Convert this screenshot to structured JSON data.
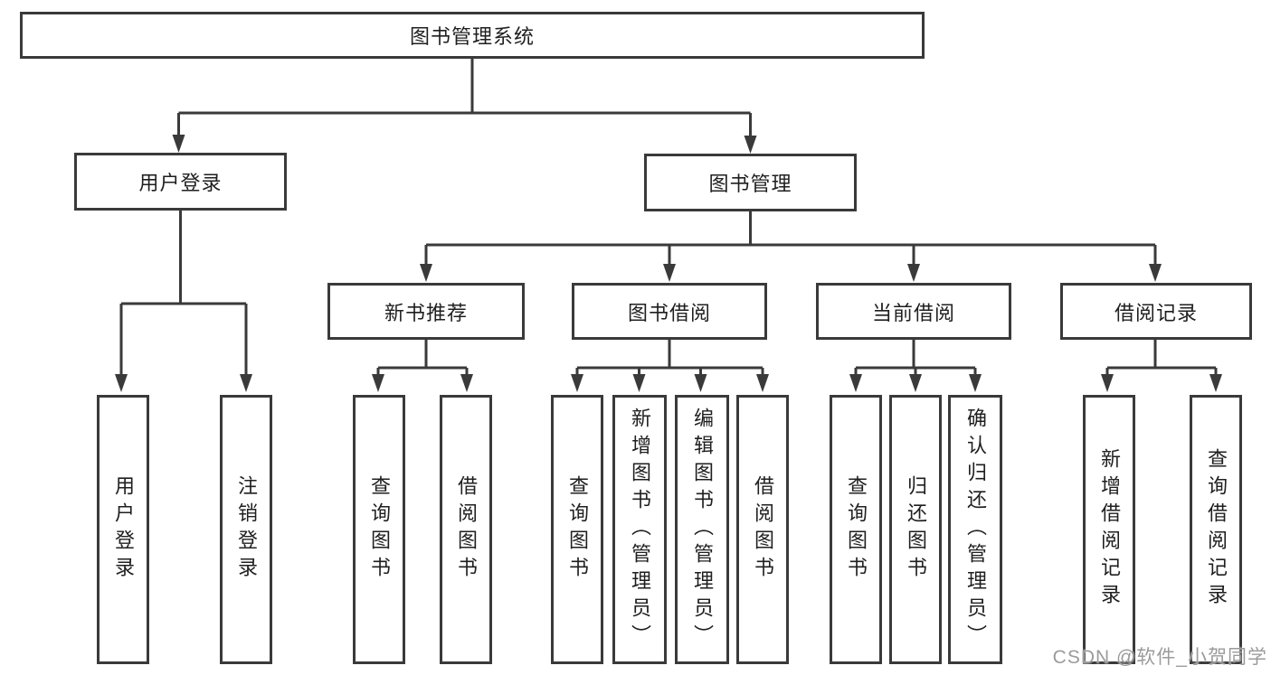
{
  "diagram": {
    "title": "图书管理系统",
    "type": "hierarchy-tree",
    "colors": {
      "line": "#3a3a3a",
      "text": "#1f1f1f",
      "box_bg": "#ffffff",
      "watermark": "#9b9b9b"
    },
    "tree": {
      "label": "图书管理系统",
      "children": [
        {
          "label": "用户登录",
          "children": [
            {
              "label": "用户登录"
            },
            {
              "label": "注销登录"
            }
          ]
        },
        {
          "label": "图书管理",
          "children": [
            {
              "label": "新书推荐",
              "children": [
                {
                  "label": "查询图书"
                },
                {
                  "label": "借阅图书"
                }
              ]
            },
            {
              "label": "图书借阅",
              "children": [
                {
                  "label": "查询图书"
                },
                {
                  "label": "新增图书（管理员）"
                },
                {
                  "label": "编辑图书（管理员）"
                },
                {
                  "label": "借阅图书"
                }
              ]
            },
            {
              "label": "当前借阅",
              "children": [
                {
                  "label": "查询图书"
                },
                {
                  "label": "归还图书"
                },
                {
                  "label": "确认归还（管理员）"
                }
              ]
            },
            {
              "label": "借阅记录",
              "children": [
                {
                  "label": "新增借阅记录"
                },
                {
                  "label": "查询借阅记录"
                }
              ]
            }
          ]
        }
      ]
    }
  },
  "nodes": {
    "root": "图书管理系统",
    "user_login": "用户登录",
    "book_mgmt": "图书管理",
    "new_book_rec": "新书推荐",
    "book_borrow": "图书借阅",
    "current_borrow": "当前借阅",
    "borrow_records": "借阅记录",
    "leaf_user_login": "用户登录",
    "leaf_logout": "注销登录",
    "leaf_query_books_rec": "查询图书",
    "leaf_borrow_books_rec": "借阅图书",
    "leaf_query_books_bor": "查询图书",
    "leaf_add_book_admin": "新增图书（管理员）",
    "leaf_edit_book_admin": "编辑图书（管理员）",
    "leaf_borrow_books_bor": "借阅图书",
    "leaf_query_books_cur": "查询图书",
    "leaf_return_books": "归还图书",
    "leaf_confirm_return_admin": "确认归还（管理员）",
    "leaf_add_borrow_record": "新增借阅记录",
    "leaf_query_borrow_record": "查询借阅记录"
  },
  "watermark": "CSDN @软件_小贺同学"
}
